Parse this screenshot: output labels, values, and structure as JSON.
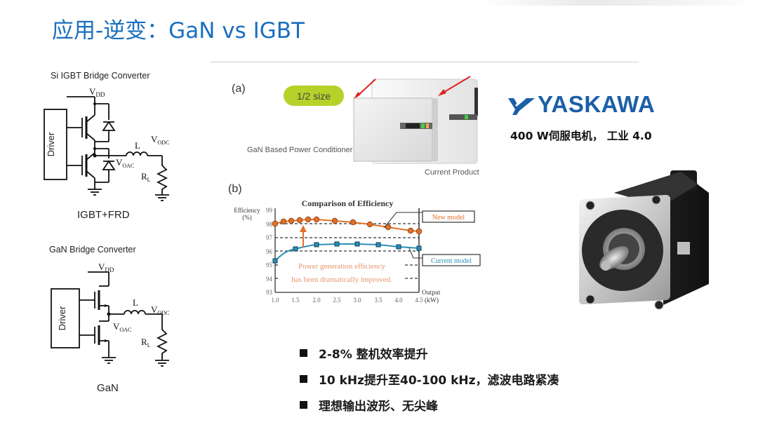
{
  "slide": {
    "title": "应用-逆变：GaN vs IGBT"
  },
  "igbt_circuit": {
    "heading": "Si IGBT Bridge Converter",
    "driver_label": "Driver",
    "vdd": "V",
    "vdd_sub": "DD",
    "inductor": "L",
    "vodc": "V",
    "vodc_sub": "ODC",
    "voac": "V",
    "voac_sub": "OAC",
    "rl": "R",
    "rl_sub": "L",
    "caption": "IGBT+FRD"
  },
  "gan_circuit": {
    "heading": "GaN Bridge Converter",
    "driver_label": "Driver",
    "vdd": "V",
    "vdd_sub": "DD",
    "inductor": "L",
    "vodc": "V",
    "vodc_sub": "ODC",
    "voac": "V",
    "voac_sub": "OAC",
    "rl": "R",
    "rl_sub": "L",
    "caption": "GaN"
  },
  "panel_a": {
    "label": "(a)",
    "badge": "1/2 size",
    "gan_label": "GaN Based Power Conditioner",
    "current_label": "Current Product"
  },
  "panel_b": {
    "label": "(b)"
  },
  "chart_data": {
    "type": "line",
    "title": "Comparison of Efficiency",
    "xlabel": "Output (kW)",
    "ylabel": "Efficiency (%)",
    "ylim": [
      93,
      99
    ],
    "xlim": [
      1.0,
      4.5
    ],
    "x_ticks": [
      "1.0",
      "1.5",
      "2.0",
      "2.5",
      "3.0",
      "3.5",
      "4.0",
      "4.5"
    ],
    "y_ticks": [
      "93",
      "94",
      "95",
      "96",
      "97",
      "98",
      "99"
    ],
    "grid": "dashed horizontal at 94-98",
    "series": [
      {
        "name": "New model",
        "color": "#e0712a",
        "marker": "circle",
        "x": [
          1.0,
          1.2,
          1.4,
          1.6,
          1.8,
          2.0,
          2.45,
          2.9,
          3.3,
          3.75,
          4.3,
          4.5
        ],
        "values": [
          98.0,
          98.15,
          98.2,
          98.25,
          98.28,
          98.28,
          98.2,
          98.12,
          97.95,
          97.75,
          97.5,
          97.45
        ]
      },
      {
        "name": "Current model",
        "color": "#2a8fb8",
        "marker": "square",
        "x": [
          1.0,
          1.5,
          2.0,
          2.5,
          3.0,
          3.5,
          4.0,
          4.5
        ],
        "values": [
          95.3,
          96.15,
          96.45,
          96.5,
          96.5,
          96.45,
          96.3,
          96.2
        ]
      }
    ],
    "annotations": [
      "Power generation efficiency",
      "has been dramatically improved."
    ],
    "legend_position": "right"
  },
  "chart_text": {
    "title": "Comparison of Efficiency",
    "ylabel1": "Efficiency",
    "ylabel2": "(%)",
    "xlabel1": "Output",
    "xlabel2": "(kW)",
    "legend_new": "New model",
    "legend_current": "Current model",
    "annot1": "Power generation efficiency",
    "annot2": "has been dramatically improved.",
    "y": [
      "99",
      "98",
      "97",
      "96",
      "95",
      "94",
      "93"
    ],
    "x": [
      "1.0",
      "1.5",
      "2.0",
      "2.5",
      "3.0",
      "3.5",
      "4.0",
      "4.5"
    ]
  },
  "brand": {
    "name": "YASKAWA",
    "subtitle": "400 W伺服电机， 工业 4.0"
  },
  "bullets": [
    "2-8% 整机效率提升",
    "10 kHz提升至40-100 kHz，滤波电路紧凑",
    "理想输出波形、无尖峰"
  ]
}
